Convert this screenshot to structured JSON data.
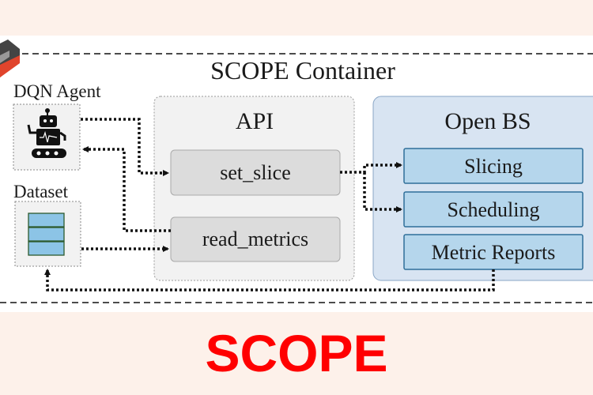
{
  "diagram": {
    "title": "SCOPE Container",
    "agent": {
      "label": "DQN Agent",
      "icon": "robot-icon"
    },
    "dataset": {
      "label": "Dataset",
      "icon": "database-stack-icon"
    },
    "api": {
      "title": "API",
      "functions": [
        "set_slice",
        "read_metrics"
      ]
    },
    "openbs": {
      "title": "Open BS",
      "modules": [
        "Slicing",
        "Scheduling",
        "Metric Reports"
      ]
    }
  },
  "caption": "SCOPE",
  "colors": {
    "caption": "#ff0000",
    "openbs_fill": "#d8e4f2",
    "module_fill": "#b5d6ec",
    "api_fill": "#f2f2f2"
  }
}
